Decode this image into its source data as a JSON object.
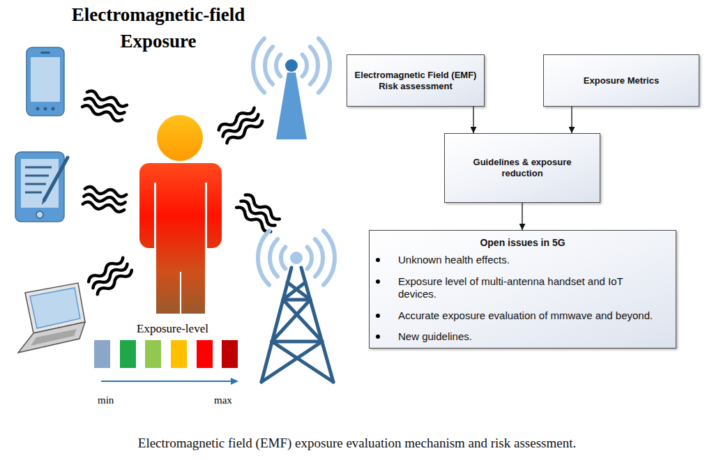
{
  "diagram": {
    "title": "Electromagnetic-field Exposure",
    "caption": "Electromagnetic field (EMF) exposure evaluation mechanism and risk assessment.",
    "nodes": [
      {
        "text": [
          "Electromagnetic Field (EMF) Risk assessment"
        ]
      },
      {
        "text": [
          "Exposure Metrics"
        ]
      },
      {
        "text": [
          "Guidelines & exposure reduction"
        ]
      },
      {
        "text": [
          "Open issues in 5G",
          "Unknown health effects.",
          "Exposure level of multi-antenna handset and IoT devices.",
          "Accurate exposure evaluation of mmwave and beyond.",
          "New guidelines."
        ]
      }
    ],
    "edges": [
      {
        "from": 0,
        "to": 2,
        "arrow": "to"
      },
      {
        "from": 1,
        "to": 2,
        "arrow": "to"
      },
      {
        "from": 2,
        "to": 3,
        "arrow": "to"
      }
    ],
    "labels": [
      "Exposure-level",
      "min",
      "max"
    ]
  }
}
